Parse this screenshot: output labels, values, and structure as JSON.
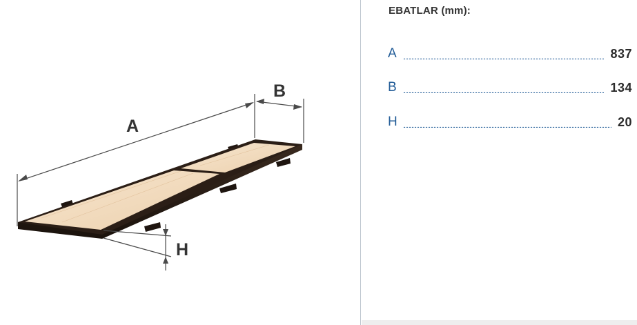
{
  "drawing": {
    "label_a": "A",
    "label_b": "B",
    "label_h": "H"
  },
  "dimensions": {
    "title": "EBATLAR (mm):",
    "rows": [
      {
        "key": "A",
        "value": "837"
      },
      {
        "key": "B",
        "value": "134"
      },
      {
        "key": "H",
        "value": "20"
      }
    ]
  },
  "colors": {
    "key_text": "#1f5a96",
    "value_text": "#2b2b2b",
    "filter_media": "#f3dcc0",
    "filter_frame": "#2b1e16"
  }
}
